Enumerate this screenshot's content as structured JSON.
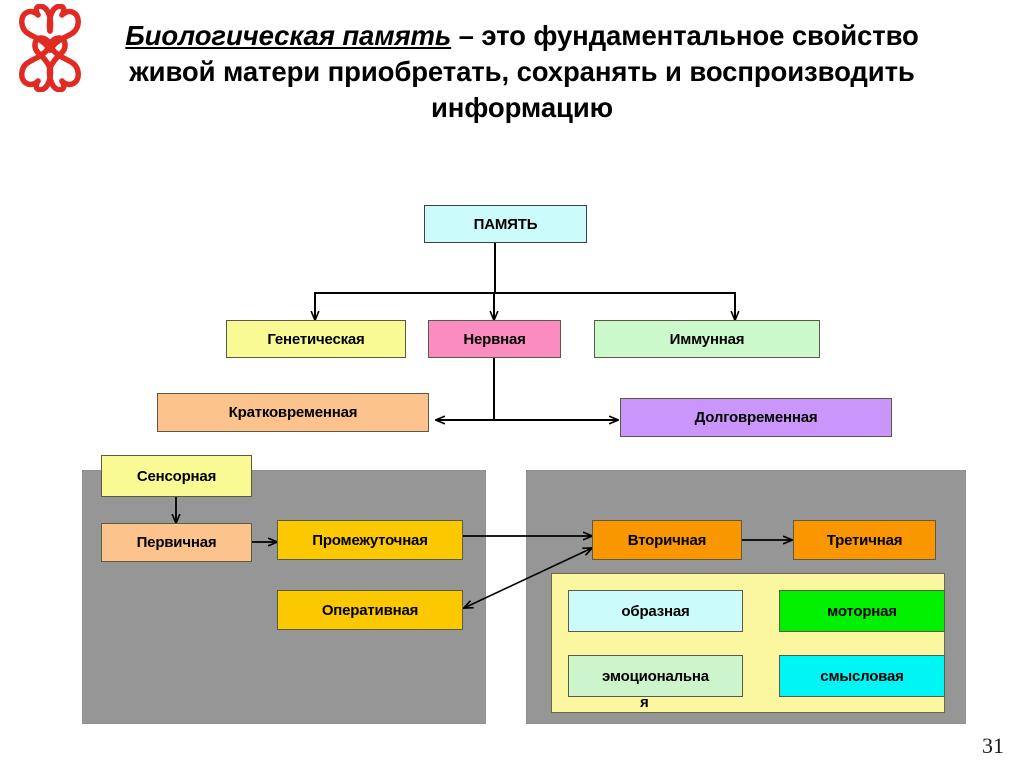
{
  "header": {
    "logo_icon": "double-heart-chromosome-logo",
    "title_lead": "Биологическая память",
    "title_rest": " – это фундаментальное свойство живой матери приобретать, сохранять и воспроизводить информацию"
  },
  "diagram": {
    "root": {
      "label": "ПАМЯТЬ",
      "color": "#ccfbfb"
    },
    "types": [
      {
        "label": "Генетическая",
        "color": "#fafa94"
      },
      {
        "label": "Нервная",
        "color": "#fb8cc0"
      },
      {
        "label": "Иммунная",
        "color": "#ccf9cc"
      }
    ],
    "duration": [
      {
        "label": "Кратковременная",
        "color": "#fcc48c"
      },
      {
        "label": "Долговременная",
        "color": "#cb96fb"
      }
    ],
    "left_panel": {
      "panel_color": "#969696",
      "nodes": [
        {
          "label": "Сенсорная",
          "color": "#fafa94"
        },
        {
          "label": "Первичная",
          "color": "#fcc48c"
        },
        {
          "label": "Промежуточная",
          "color": "#fcc800"
        },
        {
          "label": "Оперативная",
          "color": "#fcc800"
        }
      ]
    },
    "right_panel": {
      "panel_color": "#969696",
      "subpanel_color": "#fbf7a0",
      "nodes": [
        {
          "label": "Вторичная",
          "color": "#fa9600"
        },
        {
          "label": "Третичная",
          "color": "#fa9600"
        }
      ],
      "modalities": [
        {
          "label": "образная",
          "color": "#ccfbfb"
        },
        {
          "label": "моторная",
          "color": "#00f000"
        },
        {
          "label": "эмоциональна",
          "color": "#ccf5cc",
          "overflow": "я"
        },
        {
          "label": "смысловая",
          "color": "#00f5f5"
        }
      ]
    }
  },
  "footer": {
    "page_number": "31"
  }
}
